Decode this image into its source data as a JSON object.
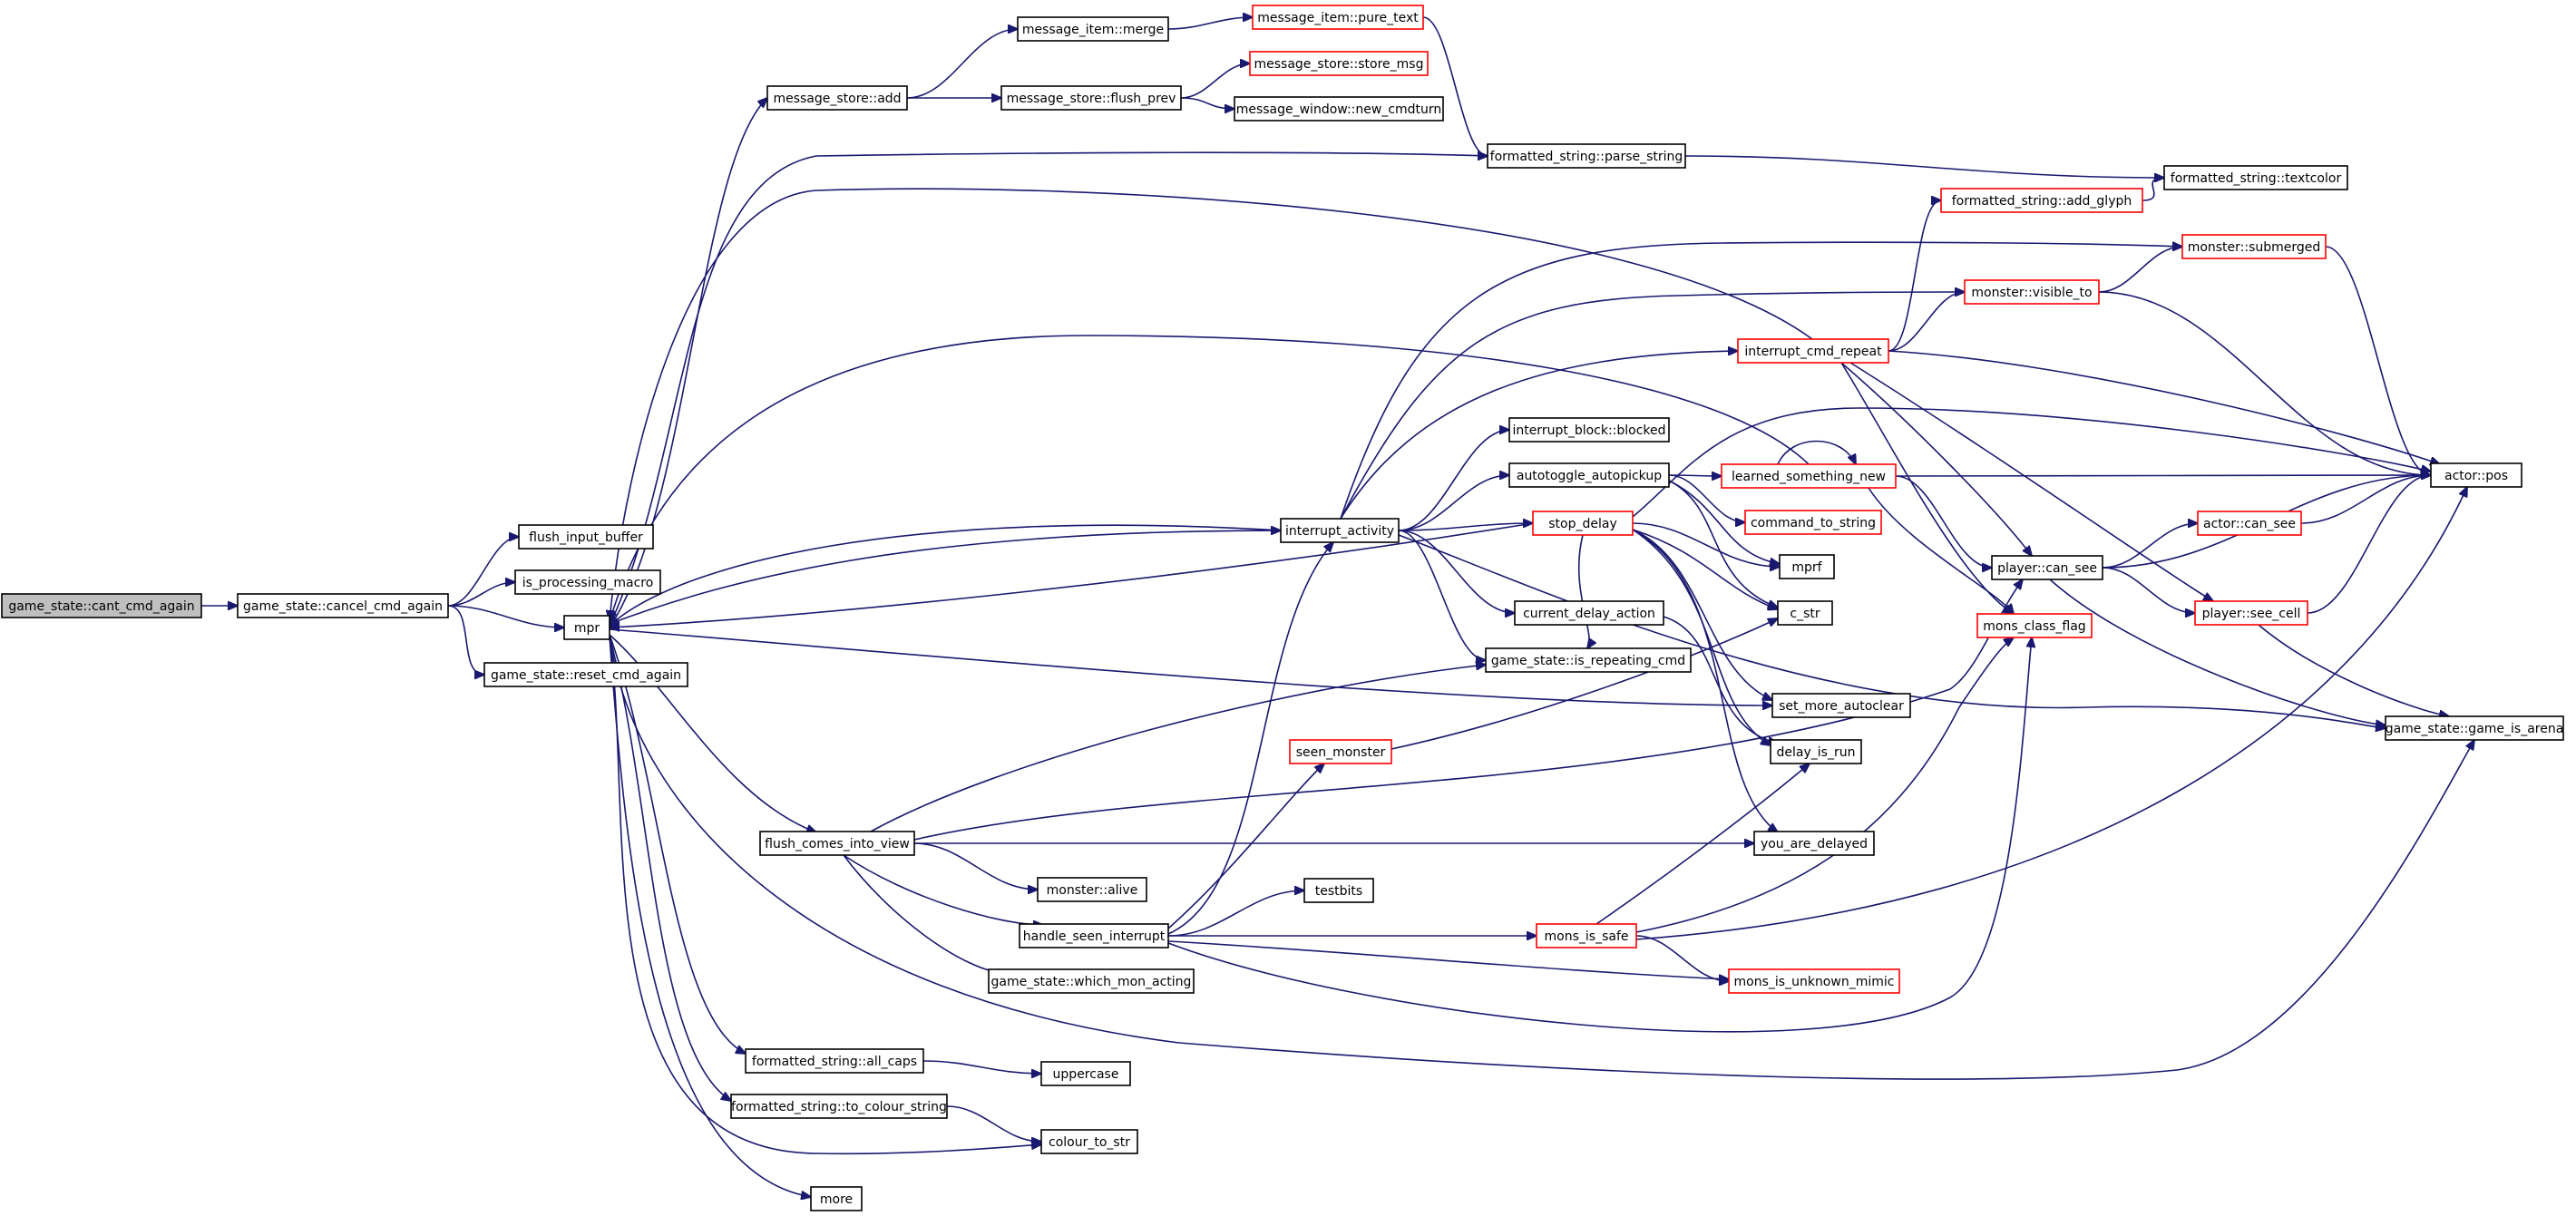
{
  "colors": {
    "edge": "#191970",
    "root_fill": "#bfbfbf",
    "node_fill": "#ffffff",
    "black_border": "#000000",
    "red_border": "#ff0000"
  },
  "nodes": [
    {
      "id": "cant_cmd_again",
      "label": "game_state::cant_cmd_again",
      "border": "black",
      "root": true
    },
    {
      "id": "cancel_cmd_again",
      "label": "game_state::cancel_cmd_again",
      "border": "black"
    },
    {
      "id": "flush_input_buffer",
      "label": "flush_input_buffer",
      "border": "black"
    },
    {
      "id": "is_processing_macro",
      "label": "is_processing_macro",
      "border": "black"
    },
    {
      "id": "mpr",
      "label": "mpr",
      "border": "black"
    },
    {
      "id": "reset_cmd_again",
      "label": "game_state::reset_cmd_again",
      "border": "black"
    },
    {
      "id": "message_store_add",
      "label": "message_store::add",
      "border": "black"
    },
    {
      "id": "message_item_merge",
      "label": "message_item::merge",
      "border": "black"
    },
    {
      "id": "message_item_pure_text",
      "label": "message_item::pure_text",
      "border": "red"
    },
    {
      "id": "message_store_flush_prev",
      "label": "message_store::flush_prev",
      "border": "black"
    },
    {
      "id": "message_store_store_msg",
      "label": "message_store::store_msg",
      "border": "red"
    },
    {
      "id": "message_window_new_cmdturn",
      "label": "message_window::new_cmdturn",
      "border": "black"
    },
    {
      "id": "parse_string",
      "label": "formatted_string::parse_string",
      "border": "black"
    },
    {
      "id": "textcolor",
      "label": "formatted_string::textcolor",
      "border": "black"
    },
    {
      "id": "add_glyph",
      "label": "formatted_string::add_glyph",
      "border": "red"
    },
    {
      "id": "submerged",
      "label": "monster::submerged",
      "border": "red"
    },
    {
      "id": "visible_to",
      "label": "monster::visible_to",
      "border": "red"
    },
    {
      "id": "interrupt_cmd_repeat",
      "label": "interrupt_cmd_repeat",
      "border": "red"
    },
    {
      "id": "interrupt_block_blocked",
      "label": "interrupt_block::blocked",
      "border": "black"
    },
    {
      "id": "autotoggle_autopickup",
      "label": "autotoggle_autopickup",
      "border": "black"
    },
    {
      "id": "learned_something_new",
      "label": "learned_something_new",
      "border": "red"
    },
    {
      "id": "actor_pos",
      "label": "actor::pos",
      "border": "black"
    },
    {
      "id": "command_to_string",
      "label": "command_to_string",
      "border": "red"
    },
    {
      "id": "interrupt_activity",
      "label": "interrupt_activity",
      "border": "black"
    },
    {
      "id": "stop_delay",
      "label": "stop_delay",
      "border": "red"
    },
    {
      "id": "actor_can_see",
      "label": "actor::can_see",
      "border": "red"
    },
    {
      "id": "mprf",
      "label": "mprf",
      "border": "black"
    },
    {
      "id": "player_can_see",
      "label": "player::can_see",
      "border": "black"
    },
    {
      "id": "current_delay_action",
      "label": "current_delay_action",
      "border": "black"
    },
    {
      "id": "c_str",
      "label": "c_str",
      "border": "black"
    },
    {
      "id": "player_see_cell",
      "label": "player::see_cell",
      "border": "red"
    },
    {
      "id": "mons_class_flag",
      "label": "mons_class_flag",
      "border": "red"
    },
    {
      "id": "is_repeating_cmd",
      "label": "game_state::is_repeating_cmd",
      "border": "black"
    },
    {
      "id": "set_more_autoclear",
      "label": "set_more_autoclear",
      "border": "black"
    },
    {
      "id": "game_is_arena",
      "label": "game_state::game_is_arena",
      "border": "black"
    },
    {
      "id": "seen_monster",
      "label": "seen_monster",
      "border": "red"
    },
    {
      "id": "delay_is_run",
      "label": "delay_is_run",
      "border": "black"
    },
    {
      "id": "flush_comes_into_view",
      "label": "flush_comes_into_view",
      "border": "black"
    },
    {
      "id": "you_are_delayed",
      "label": "you_are_delayed",
      "border": "black"
    },
    {
      "id": "monster_alive",
      "label": "monster::alive",
      "border": "black"
    },
    {
      "id": "testbits",
      "label": "testbits",
      "border": "black"
    },
    {
      "id": "handle_seen_interrupt",
      "label": "handle_seen_interrupt",
      "border": "black"
    },
    {
      "id": "mons_is_safe",
      "label": "mons_is_safe",
      "border": "red"
    },
    {
      "id": "which_mon_acting",
      "label": "game_state::which_mon_acting",
      "border": "black"
    },
    {
      "id": "mons_is_unknown_mimic",
      "label": "mons_is_unknown_mimic",
      "border": "red"
    },
    {
      "id": "all_caps",
      "label": "formatted_string::all_caps",
      "border": "black"
    },
    {
      "id": "uppercase",
      "label": "uppercase",
      "border": "black"
    },
    {
      "id": "to_colour_string",
      "label": "formatted_string::to_colour_string",
      "border": "black"
    },
    {
      "id": "colour_to_str",
      "label": "colour_to_str",
      "border": "black"
    },
    {
      "id": "more",
      "label": "more",
      "border": "black"
    }
  ],
  "edges": [
    [
      "cant_cmd_again",
      "cancel_cmd_again"
    ],
    [
      "cancel_cmd_again",
      "flush_input_buffer"
    ],
    [
      "cancel_cmd_again",
      "is_processing_macro"
    ],
    [
      "cancel_cmd_again",
      "mpr"
    ],
    [
      "cancel_cmd_again",
      "reset_cmd_again"
    ],
    [
      "mpr",
      "message_store_add"
    ],
    [
      "mpr",
      "parse_string"
    ],
    [
      "mpr",
      "interrupt_activity"
    ],
    [
      "mpr",
      "set_more_autoclear"
    ],
    [
      "mpr",
      "flush_comes_into_view"
    ],
    [
      "mpr",
      "all_caps"
    ],
    [
      "mpr",
      "to_colour_string"
    ],
    [
      "mpr",
      "colour_to_str"
    ],
    [
      "mpr",
      "more"
    ],
    [
      "mpr",
      "game_is_arena"
    ],
    [
      "message_store_add",
      "message_item_merge"
    ],
    [
      "message_store_add",
      "message_store_flush_prev"
    ],
    [
      "message_item_merge",
      "message_item_pure_text"
    ],
    [
      "message_item_pure_text",
      "parse_string"
    ],
    [
      "message_store_flush_prev",
      "message_store_store_msg"
    ],
    [
      "message_store_flush_prev",
      "message_window_new_cmdturn"
    ],
    [
      "parse_string",
      "textcolor"
    ],
    [
      "add_glyph",
      "textcolor"
    ],
    [
      "interrupt_cmd_repeat",
      "add_glyph"
    ],
    [
      "interrupt_cmd_repeat",
      "mpr"
    ],
    [
      "interrupt_cmd_repeat",
      "visible_to"
    ],
    [
      "interrupt_cmd_repeat",
      "actor_pos"
    ],
    [
      "interrupt_cmd_repeat",
      "player_can_see"
    ],
    [
      "interrupt_cmd_repeat",
      "mons_class_flag"
    ],
    [
      "interrupt_cmd_repeat",
      "player_see_cell"
    ],
    [
      "visible_to",
      "submerged"
    ],
    [
      "visible_to",
      "actor_pos"
    ],
    [
      "submerged",
      "actor_pos"
    ],
    [
      "learned_something_new",
      "learned_something_new"
    ],
    [
      "learned_something_new",
      "mpr"
    ],
    [
      "learned_something_new",
      "actor_pos"
    ],
    [
      "learned_something_new",
      "player_can_see"
    ],
    [
      "learned_something_new",
      "mons_class_flag"
    ],
    [
      "interrupt_activity",
      "mpr"
    ],
    [
      "interrupt_activity",
      "submerged"
    ],
    [
      "interrupt_activity",
      "visible_to"
    ],
    [
      "interrupt_activity",
      "interrupt_cmd_repeat"
    ],
    [
      "interrupt_activity",
      "interrupt_block_blocked"
    ],
    [
      "interrupt_activity",
      "autotoggle_autopickup"
    ],
    [
      "interrupt_activity",
      "stop_delay"
    ],
    [
      "interrupt_activity",
      "current_delay_action"
    ],
    [
      "interrupt_activity",
      "is_repeating_cmd"
    ],
    [
      "interrupt_activity",
      "game_is_arena"
    ],
    [
      "autotoggle_autopickup",
      "learned_something_new"
    ],
    [
      "autotoggle_autopickup",
      "command_to_string"
    ],
    [
      "autotoggle_autopickup",
      "mprf"
    ],
    [
      "autotoggle_autopickup",
      "c_str"
    ],
    [
      "stop_delay",
      "mpr"
    ],
    [
      "stop_delay",
      "actor_pos"
    ],
    [
      "stop_delay",
      "mprf"
    ],
    [
      "stop_delay",
      "c_str"
    ],
    [
      "stop_delay",
      "is_repeating_cmd"
    ],
    [
      "stop_delay",
      "set_more_autoclear"
    ],
    [
      "stop_delay",
      "delay_is_run"
    ],
    [
      "stop_delay",
      "you_are_delayed"
    ],
    [
      "current_delay_action",
      "delay_is_run"
    ],
    [
      "player_can_see",
      "actor_can_see"
    ],
    [
      "player_can_see",
      "actor_pos"
    ],
    [
      "player_can_see",
      "player_see_cell"
    ],
    [
      "player_can_see",
      "game_is_arena"
    ],
    [
      "actor_can_see",
      "actor_pos"
    ],
    [
      "player_see_cell",
      "actor_pos"
    ],
    [
      "player_see_cell",
      "game_is_arena"
    ],
    [
      "seen_monster",
      "c_str"
    ],
    [
      "flush_comes_into_view",
      "is_repeating_cmd"
    ],
    [
      "flush_comes_into_view",
      "player_can_see"
    ],
    [
      "flush_comes_into_view",
      "you_are_delayed"
    ],
    [
      "flush_comes_into_view",
      "monster_alive"
    ],
    [
      "flush_comes_into_view",
      "handle_seen_interrupt"
    ],
    [
      "flush_comes_into_view",
      "which_mon_acting"
    ],
    [
      "handle_seen_interrupt",
      "interrupt_activity"
    ],
    [
      "handle_seen_interrupt",
      "seen_monster"
    ],
    [
      "handle_seen_interrupt",
      "testbits"
    ],
    [
      "handle_seen_interrupt",
      "mons_is_safe"
    ],
    [
      "handle_seen_interrupt",
      "mons_is_unknown_mimic"
    ],
    [
      "handle_seen_interrupt",
      "mons_class_flag"
    ],
    [
      "mons_is_safe",
      "delay_is_run"
    ],
    [
      "mons_is_safe",
      "mons_class_flag"
    ],
    [
      "mons_is_safe",
      "mons_is_unknown_mimic"
    ],
    [
      "mons_is_safe",
      "actor_pos"
    ],
    [
      "all_caps",
      "uppercase"
    ],
    [
      "to_colour_string",
      "colour_to_str"
    ]
  ]
}
